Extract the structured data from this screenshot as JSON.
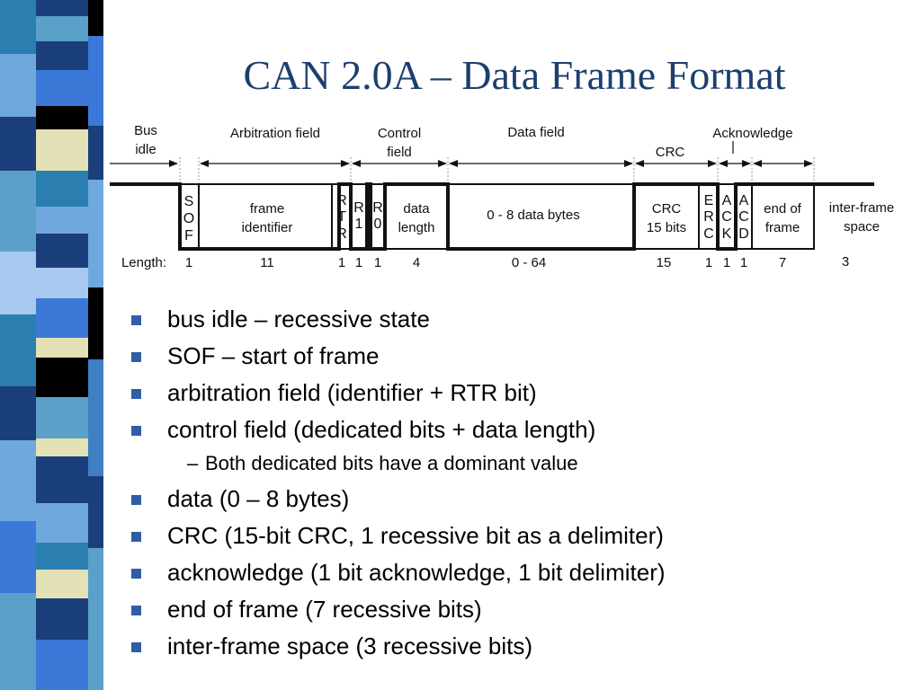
{
  "title": "CAN 2.0A – Data Frame Format",
  "diagram": {
    "top_labels": {
      "bus_idle": [
        "Bus",
        "idle"
      ],
      "arbitration": "Arbitration field",
      "control": [
        "Control",
        "field"
      ],
      "data": "Data field",
      "acknowledge": "Acknowledge",
      "crc": "CRC"
    },
    "fields": {
      "sof": [
        "S",
        "O",
        "F"
      ],
      "frame_identifier": [
        "frame",
        "identifier"
      ],
      "rtr": [
        "R",
        "T",
        "R"
      ],
      "r1": [
        "R",
        "1"
      ],
      "r0": [
        "R",
        "0"
      ],
      "data_length": [
        "data",
        "length"
      ],
      "data_bytes": "0 - 8 data bytes",
      "crc": [
        "CRC",
        "15 bits"
      ],
      "erc": [
        "E",
        "R",
        "C"
      ],
      "ack": [
        "A",
        "C",
        "K"
      ],
      "acd": [
        "A",
        "C",
        "D"
      ],
      "end_of_frame": [
        "end of",
        "frame"
      ],
      "inter_frame": [
        "inter-frame",
        "space"
      ]
    },
    "length_label": "Length:",
    "lengths": {
      "sof": "1",
      "identifier": "11",
      "rtr": "1",
      "r1": "1",
      "r0": "1",
      "data_length": "4",
      "data": "0 - 64",
      "crc": "15",
      "erc": "1",
      "ack": "1",
      "acd": "1",
      "eof": "7",
      "ifs": "3"
    }
  },
  "bullets": [
    {
      "text": "bus idle – recessive state",
      "level": 1
    },
    {
      "text": "SOF – start of frame",
      "level": 1
    },
    {
      "text": "arbitration field (identifier + RTR bit)",
      "level": 1
    },
    {
      "text": "control field (dedicated bits + data length)",
      "level": 1
    },
    {
      "text": "Both dedicated bits have a dominant value",
      "level": 2
    },
    {
      "text": "data (0 – 8 bytes)",
      "level": 1
    },
    {
      "text": "CRC (15-bit CRC, 1 recessive bit as a delimiter)",
      "level": 1
    },
    {
      "text": "acknowledge (1 bit acknowledge, 1 bit delimiter)",
      "level": 1
    },
    {
      "text": "end of frame (7 recessive bits)",
      "level": 1
    },
    {
      "text": "inter-frame space (3 recessive bits)",
      "level": 1
    }
  ],
  "colors": {
    "title": "#1c3f6e",
    "bullet_marker": "#2e5ea6",
    "stripe_palette": [
      "#2b7fb0",
      "#1a3f7a",
      "#e3e1b6",
      "#000000",
      "#6fa8dc",
      "#3b78d8",
      "#5aa0c8",
      "#a8c8f0"
    ]
  }
}
